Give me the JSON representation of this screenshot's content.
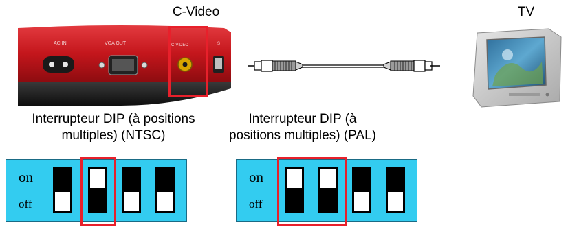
{
  "labels": {
    "cvideo": "C-Video",
    "tv": "TV",
    "dip_ntsc": [
      "Interrupteur DIP (à positions",
      "multiples) (NTSC)"
    ],
    "dip_pal": [
      "Interrupteur DIP (à",
      "positions multiples) (PAL)"
    ]
  },
  "device_panel": {
    "port_labels": [
      "AC IN",
      "VGA OUT",
      "C-VIDEO",
      "S"
    ]
  },
  "dip_switches": {
    "on_label": "on",
    "off_label": "off",
    "ntsc": {
      "positions": [
        "off",
        "on",
        "off",
        "off"
      ],
      "highlighted": [
        2
      ]
    },
    "pal": {
      "positions": [
        "on",
        "on",
        "off",
        "off"
      ],
      "highlighted": [
        1,
        2
      ]
    }
  },
  "colors": {
    "highlight": "#e8202b",
    "dip_background": "#33ccf0",
    "device_body": "#c4161c"
  }
}
